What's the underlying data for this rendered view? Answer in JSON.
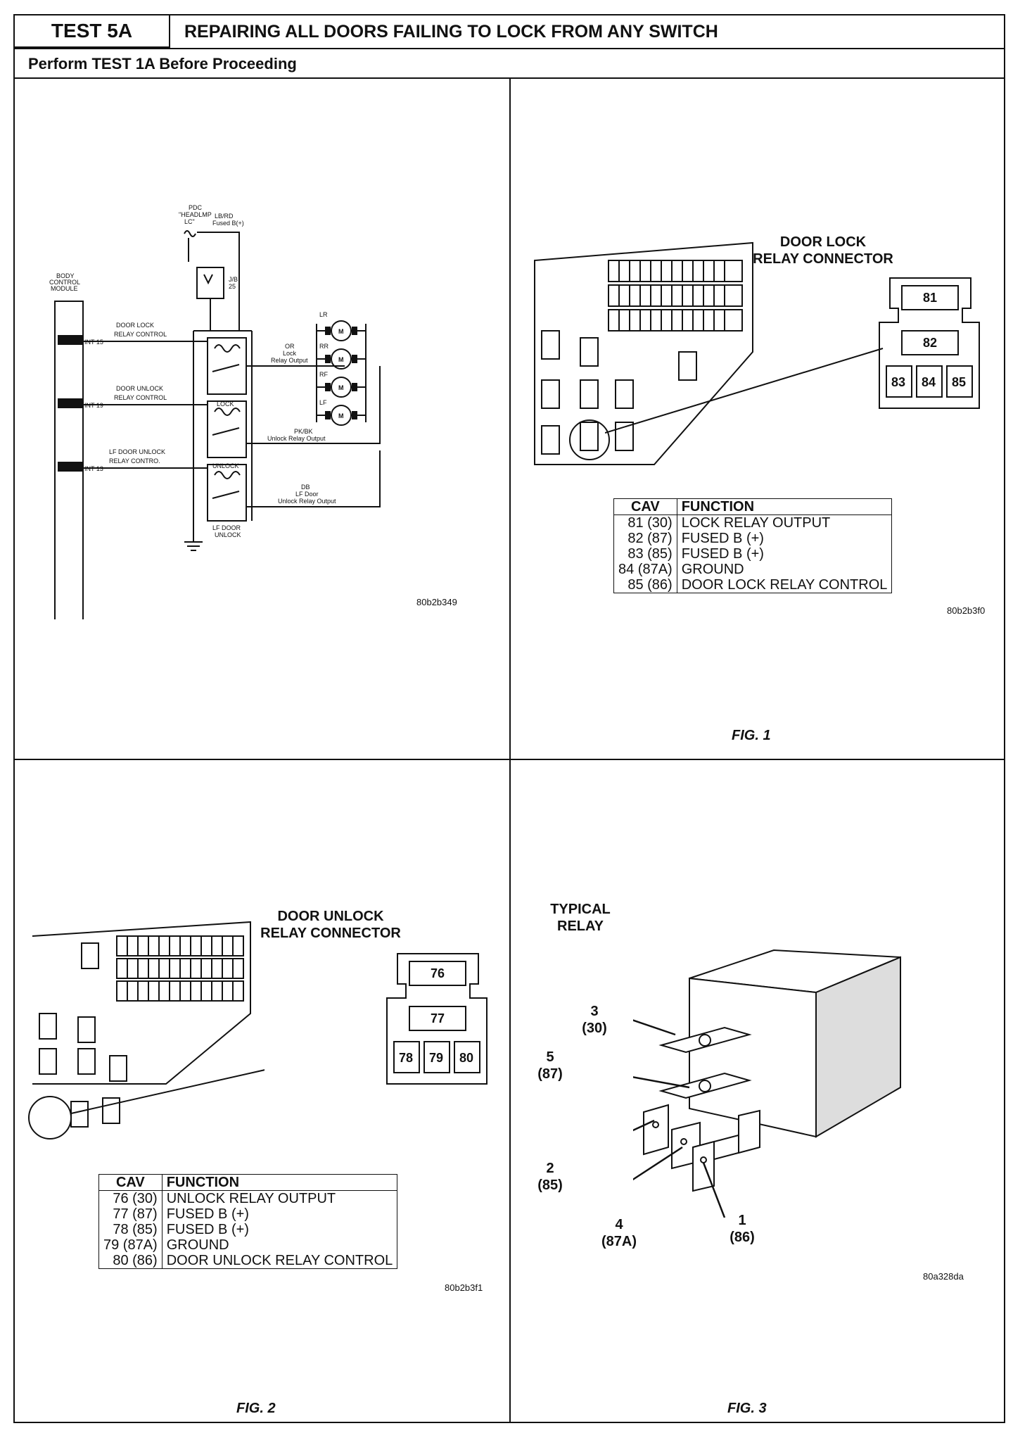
{
  "header": {
    "test_id": "TEST 5A",
    "title": "REPAIRING ALL DOORS FAILING TO LOCK FROM ANY SWITCH",
    "subtitle": "Perform TEST 1A Before Proceeding"
  },
  "schematic": {
    "pdc_label": "PDC",
    "headlamp_label": "\"HEADLMP",
    "lc_label": "LC\"",
    "lbrd_label": "LB/RD",
    "fused_label": "Fused B(+)",
    "jb_label": "J/B",
    "jb_num": "25",
    "bcm_line1": "BODY",
    "bcm_line2": "CONTROL",
    "bcm_line3": "MODULE",
    "int15": "INT 15",
    "int19": "INT 19",
    "int13": "INT 13",
    "door_lock_l1": "DOOR LOCK",
    "door_lock_l2": "RELAY CONTROL",
    "door_unlock_l1": "DOOR UNLOCK",
    "door_unlock_l2": "RELAY CONTROL",
    "lf_unlock_l1": "LF DOOR UNLOCK",
    "lf_unlock_l2": "RELAY CONTRO.",
    "relay_lock": "LOCK",
    "relay_unlock": "UNLOCK",
    "relay_lfd_l1": "LF DOOR",
    "relay_lfd_l2": "UNLOCK",
    "or_l1": "OR",
    "or_l2": "Lock",
    "or_l3": "Relay Output",
    "pkbk_l1": "PK/BK",
    "pkbk_l2": "Unlock Relay Output",
    "db_l1": "DB",
    "db_l2": "LF Door",
    "db_l3": "Unlock Relay Output",
    "motor_lr": "LR",
    "motor_rr": "RR",
    "motor_rf": "RF",
    "motor_lf": "LF",
    "motor_m": "M",
    "code": "80b2b349"
  },
  "fig1": {
    "title_l1": "DOOR LOCK",
    "title_l2": "RELAY CONNECTOR",
    "cavities": [
      "81",
      "82",
      "83",
      "84",
      "85"
    ],
    "table_headers": [
      "CAV",
      "FUNCTION"
    ],
    "rows": [
      {
        "cav": "81 (30)",
        "fn": "LOCK RELAY OUTPUT"
      },
      {
        "cav": "82 (87)",
        "fn": "FUSED B (+)"
      },
      {
        "cav": "83 (85)",
        "fn": "FUSED B (+)"
      },
      {
        "cav": "84 (87A)",
        "fn": "GROUND"
      },
      {
        "cav": "85 (86)",
        "fn": "DOOR LOCK RELAY CONTROL"
      }
    ],
    "code": "80b2b3f0",
    "caption": "FIG. 1"
  },
  "fig2": {
    "title_l1": "DOOR UNLOCK",
    "title_l2": "RELAY CONNECTOR",
    "cavities": [
      "76",
      "77",
      "78",
      "79",
      "80"
    ],
    "table_headers": [
      "CAV",
      "FUNCTION"
    ],
    "rows": [
      {
        "cav": "76 (30)",
        "fn": "UNLOCK RELAY OUTPUT"
      },
      {
        "cav": "77 (87)",
        "fn": "FUSED B (+)"
      },
      {
        "cav": "78 (85)",
        "fn": "FUSED B (+)"
      },
      {
        "cav": "79 (87A)",
        "fn": "GROUND"
      },
      {
        "cav": "80 (86)",
        "fn": "DOOR UNLOCK RELAY CONTROL"
      }
    ],
    "code": "80b2b3f1",
    "caption": "FIG. 2"
  },
  "fig3": {
    "title_l1": "TYPICAL",
    "title_l2": "RELAY",
    "pins": [
      {
        "num": "3",
        "cav": "(30)"
      },
      {
        "num": "5",
        "cav": "(87)"
      },
      {
        "num": "2",
        "cav": "(85)"
      },
      {
        "num": "4",
        "cav": "(87A)"
      },
      {
        "num": "1",
        "cav": "(86)"
      }
    ],
    "code": "80a328da",
    "caption": "FIG. 3"
  }
}
